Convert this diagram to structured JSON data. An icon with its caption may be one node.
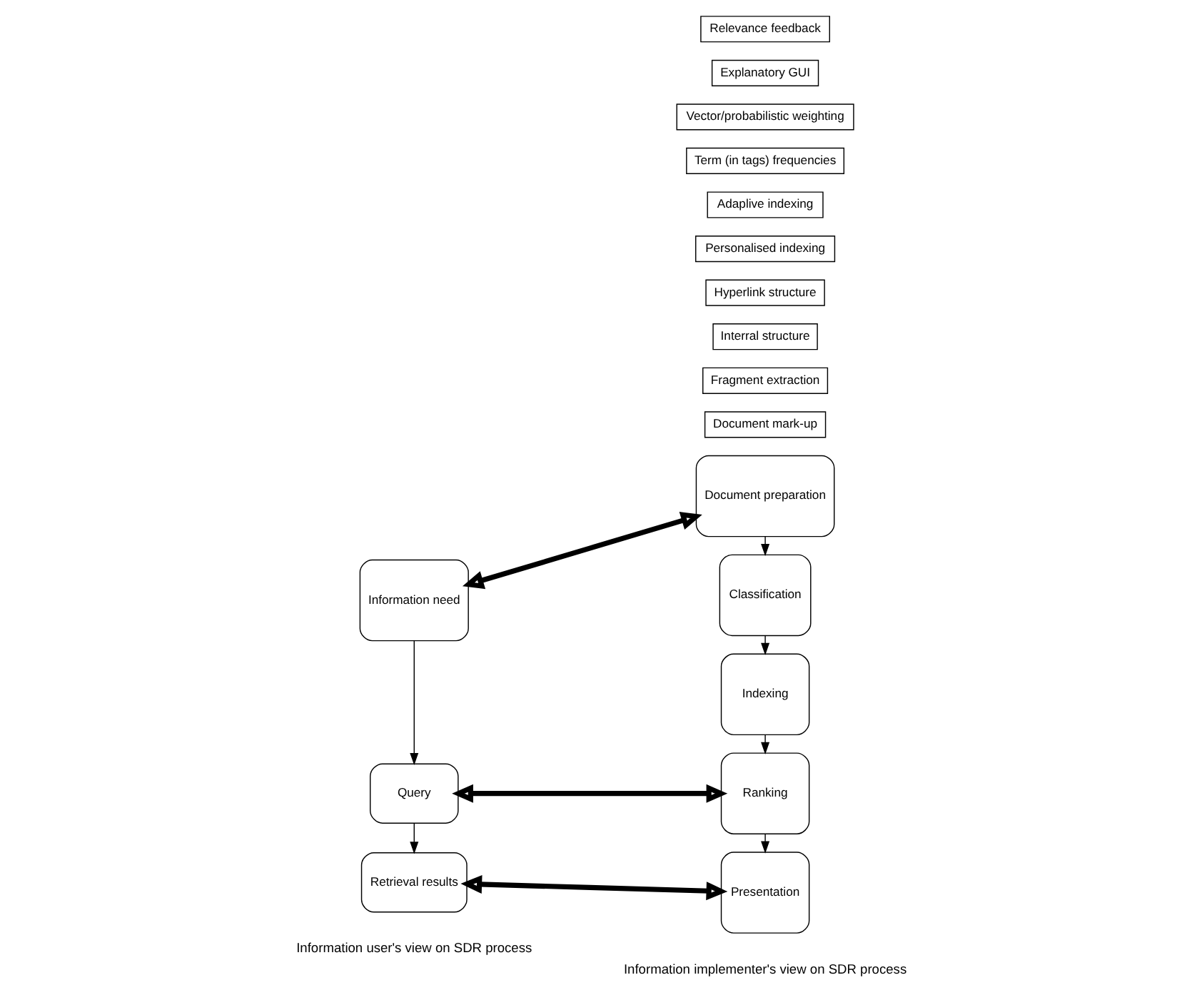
{
  "diagram": {
    "nodes": [
      {
        "text": [
          "Information need"
        ]
      },
      {
        "text": [
          "Query"
        ]
      },
      {
        "text": [
          "Retrieval results"
        ]
      },
      {
        "text": [
          "Document preparation"
        ]
      },
      {
        "text": [
          "Document mark-up"
        ]
      },
      {
        "text": [
          "Fragment extraction"
        ]
      },
      {
        "text": [
          "Classification"
        ]
      },
      {
        "text": [
          "Interral structure"
        ]
      },
      {
        "text": [
          "Hyperlink structure"
        ]
      },
      {
        "text": [
          "Indexing"
        ]
      },
      {
        "text": [
          "Personalised indexing"
        ]
      },
      {
        "text": [
          "Adaplive indexing"
        ]
      },
      {
        "text": [
          "Ranking"
        ]
      },
      {
        "text": [
          "Term (in tags) frequencies"
        ]
      },
      {
        "text": [
          "Vector/probabilistic weighting"
        ]
      },
      {
        "text": [
          "Presentation"
        ]
      },
      {
        "text": [
          "Explanatory GUI"
        ]
      },
      {
        "text": [
          "Relevance feedback"
        ]
      }
    ],
    "edges": [
      {
        "from": 0,
        "to": 1,
        "arrow": "to"
      },
      {
        "from": 1,
        "to": 2,
        "arrow": "to"
      },
      {
        "from": 3,
        "to": 6,
        "arrow": "to"
      },
      {
        "from": 6,
        "to": 9,
        "arrow": "to"
      },
      {
        "from": 9,
        "to": 12,
        "arrow": "to"
      },
      {
        "from": 12,
        "to": 15,
        "arrow": "to"
      },
      {
        "from": 0,
        "to": 3,
        "arrow": "both",
        "style": "thick"
      },
      {
        "from": 1,
        "to": 12,
        "arrow": "both",
        "style": "thick"
      },
      {
        "from": 2,
        "to": 15,
        "arrow": "both",
        "style": "thick"
      }
    ],
    "labels": [
      "Information user's view on SDR process",
      "Information implementer's view on SDR process"
    ]
  }
}
